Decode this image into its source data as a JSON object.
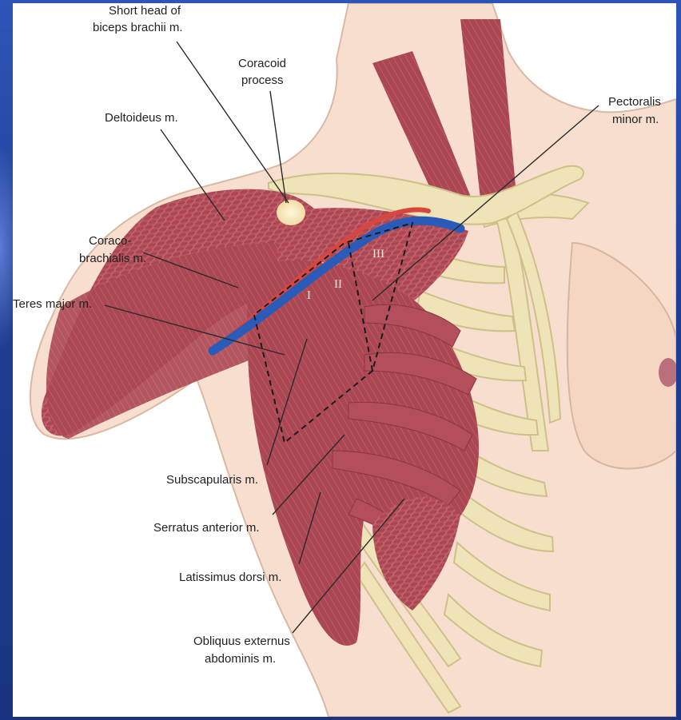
{
  "labels": {
    "short_head_line1": "Short head of",
    "short_head_line2": "biceps brachii m.",
    "coracoid_line1": "Coracoid",
    "coracoid_line2": "process",
    "pectoralis_line1": "Pectoralis",
    "pectoralis_line2": "minor m.",
    "deltoideus": "Deltoideus m.",
    "coraco_line1": "Coraco-",
    "coraco_line2": "brachialis m.",
    "teres_major": "Teres major m.",
    "subscapularis": "Subscapularis m.",
    "serratus": "Serratus anterior m.",
    "latissimus": "Latissimus dorsi m.",
    "obliquus_line1": "Obliquus externus",
    "obliquus_line2": "abdominis m."
  },
  "levels": {
    "level1": "I",
    "level2": "II",
    "level3": "III"
  },
  "colors": {
    "skin": "#f6dccb",
    "muscle": "#b04a55",
    "bone": "#efe6bf",
    "vein": "#2a5bb8",
    "artery": "#d9463f",
    "slide_bg": "#2346a3"
  }
}
